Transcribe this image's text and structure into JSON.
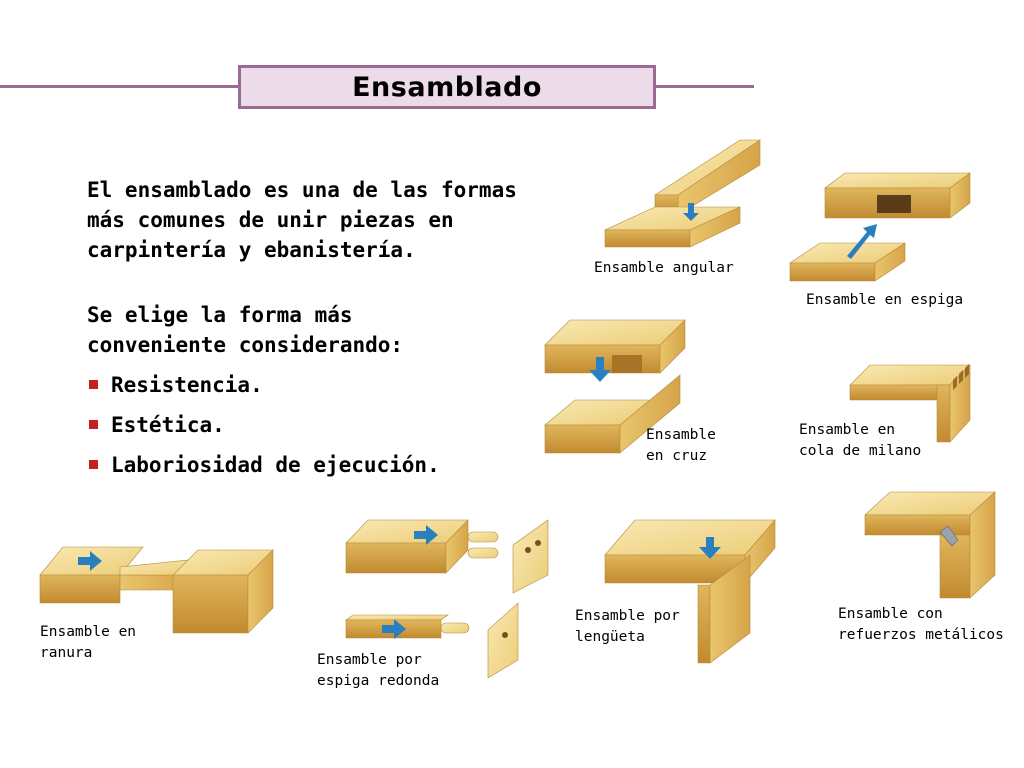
{
  "slide": {
    "title": "Ensamblado",
    "intro_lines": [
      "El ensamblado es una de las formas",
      "más comunes de unir piezas en",
      "carpintería y ebanistería."
    ],
    "criteria_lines": [
      "Se elige la forma más",
      "conveniente considerando:"
    ],
    "bullets": [
      "Resistencia.",
      "Estética.",
      "Laboriosidad de ejecución."
    ]
  },
  "captions": {
    "angular": [
      "Ensamble angular"
    ],
    "espiga": [
      "Ensamble en espiga"
    ],
    "cruz": [
      "Ensamble",
      "en cruz"
    ],
    "milano": [
      "Ensamble en",
      "cola de milano"
    ],
    "ranura": [
      "Ensamble en",
      "ranura"
    ],
    "espiga_redonda": [
      "Ensamble por",
      "espiga redonda"
    ],
    "lengueta": [
      "Ensamble por",
      "lengüeta"
    ],
    "metalicos": [
      "Ensamble con",
      "refuerzos metálicos"
    ]
  },
  "colors": {
    "title_border": "#9b6a95",
    "title_fill": "#ecdcea",
    "bullet": "#c41e1e",
    "wood_top": "#f3dc92",
    "wood_side": "#e2b85e",
    "wood_front": "#c99538",
    "arrow": "#2a7fc0"
  },
  "icons": {
    "bullet": "red-square-bullet",
    "arrow": "blue-arrow-icon"
  }
}
